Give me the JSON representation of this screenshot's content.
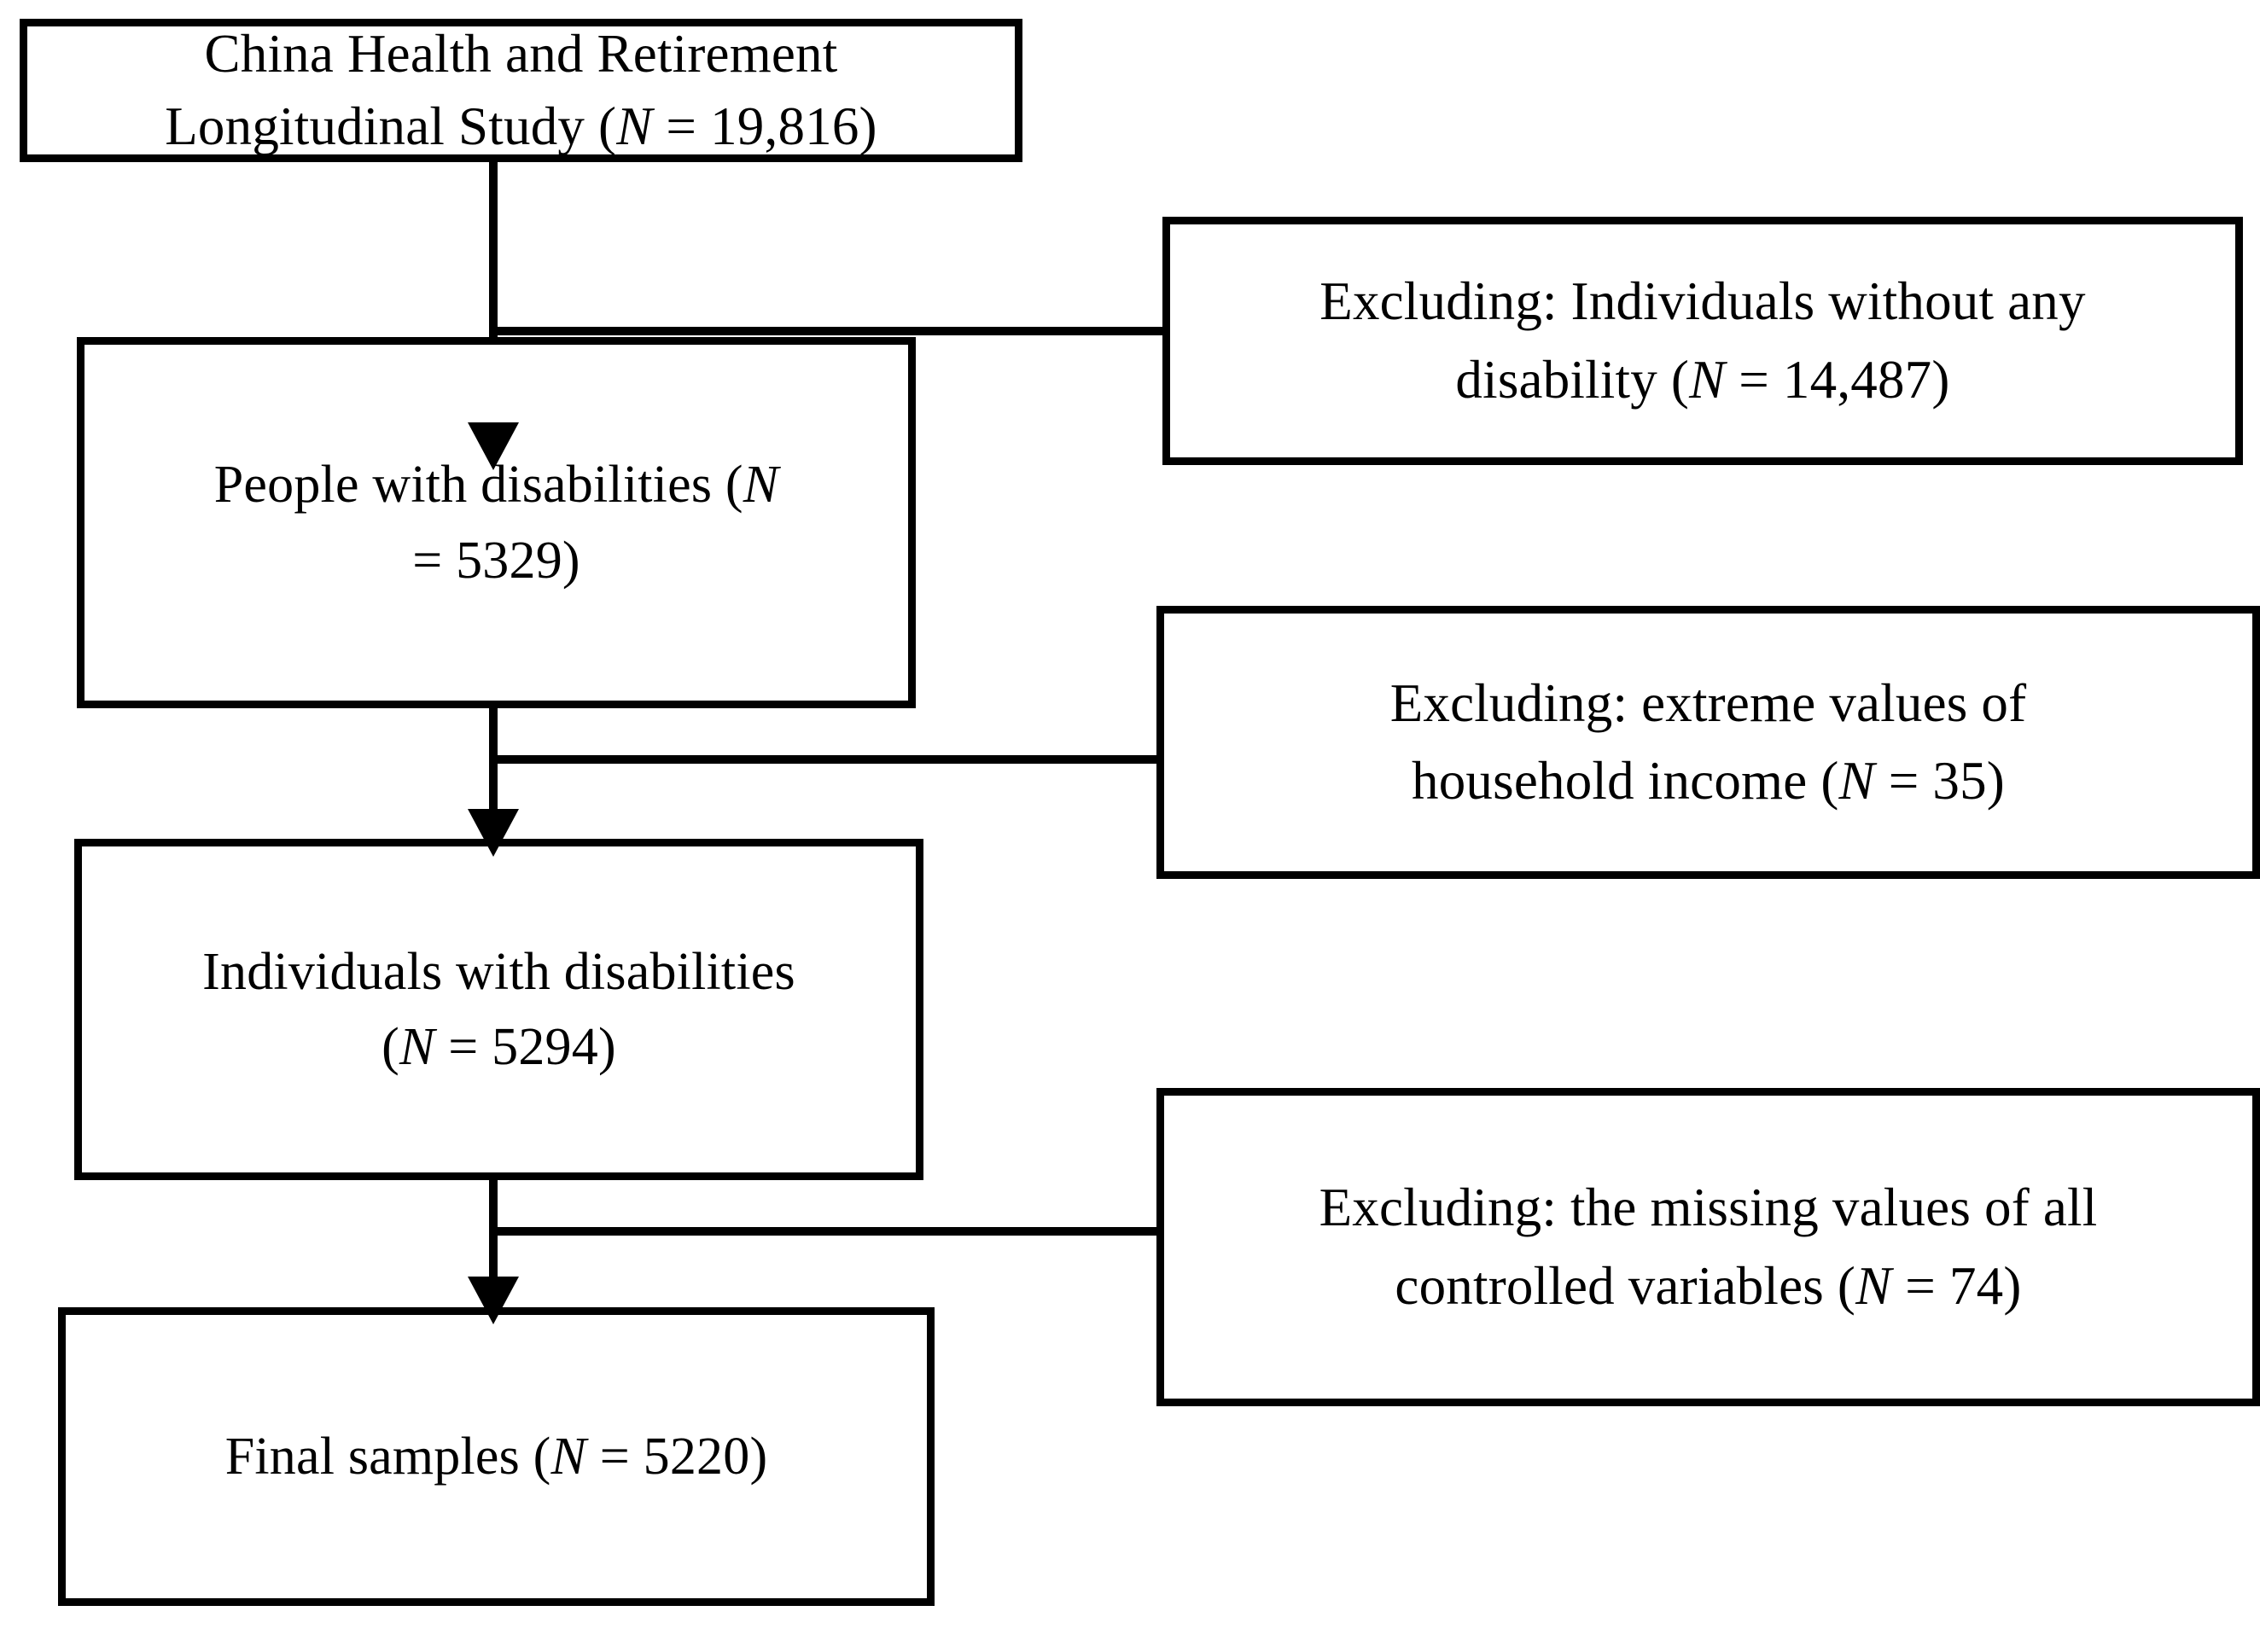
{
  "figure": {
    "type": "flowchart",
    "orientation": "top-to-bottom",
    "background_color": "#ffffff",
    "line_color": "#000000"
  },
  "nodes": [
    {
      "id": "source",
      "line1": "China Health and Retirement",
      "line2_pre": "Longitudinal Study (",
      "line2_var": "N",
      "line2_post": " = 19,816)",
      "n": "19,816"
    },
    {
      "id": "people-with-disabilities",
      "line1_pre": "People with disabilities (",
      "line1_var": "N",
      "line2": "= 5329)",
      "n": "5329"
    },
    {
      "id": "individuals-with-disabilities",
      "line1": "Individuals with disabilities",
      "line2_pre": "(",
      "line2_var": "N",
      "line2_post": " = 5294)",
      "n": "5294"
    },
    {
      "id": "final-samples",
      "line1_pre": "Final samples (",
      "line1_var": "N",
      "line1_post": " = 5220)",
      "n": "5220"
    }
  ],
  "exclusions": [
    {
      "id": "exclusion-no-disability",
      "line1": "Excluding: Individuals without any",
      "line2_pre": "disability (",
      "line2_var": "N",
      "line2_post": " = 14,487)",
      "n": "14,487"
    },
    {
      "id": "exclusion-extreme-income",
      "line1": "Excluding: extreme values of",
      "line2_pre": "household income (",
      "line2_var": "N",
      "line2_post": " = 35)",
      "n": "35"
    },
    {
      "id": "exclusion-missing-values",
      "line1": "Excluding: the missing values of all",
      "line2_pre": "controlled variables (",
      "line2_var": "N",
      "line2_post": " = 74)",
      "n": "74"
    }
  ]
}
